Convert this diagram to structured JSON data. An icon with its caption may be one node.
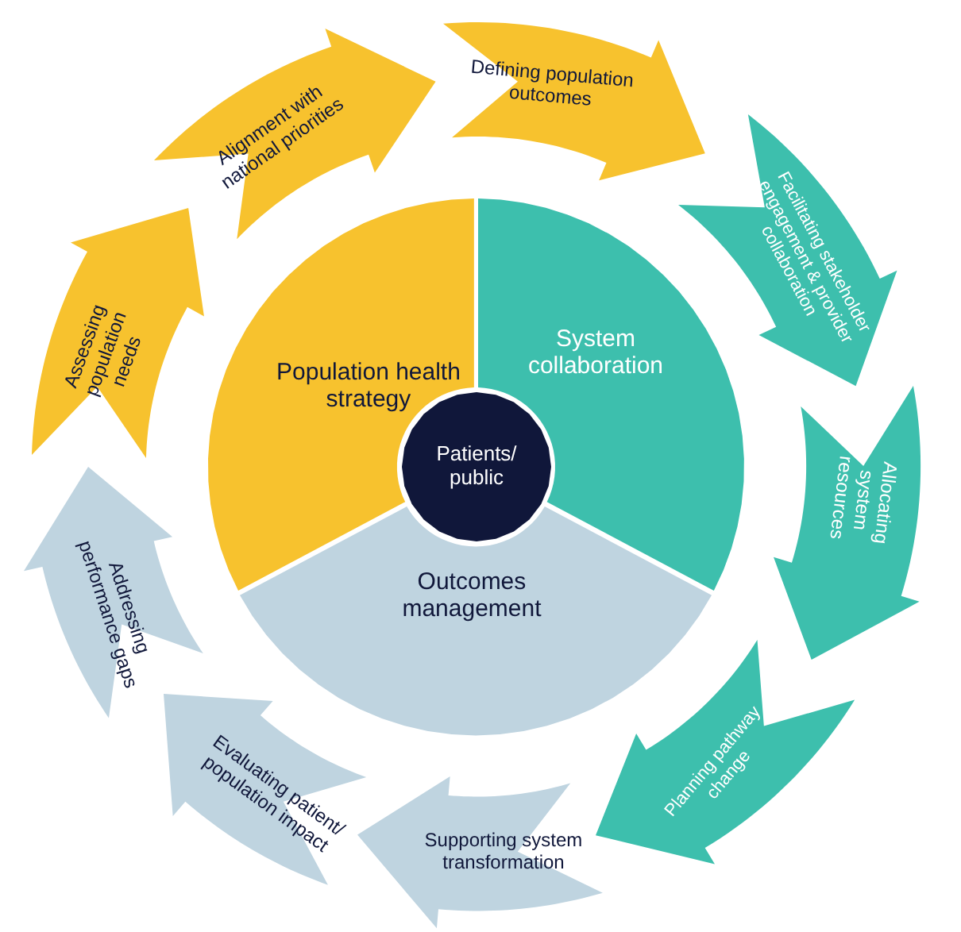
{
  "diagram": {
    "nodes": [
      {
        "text": [
          "Population health strategy"
        ]
      },
      {
        "text": [
          "System collaboration"
        ]
      },
      {
        "text": [
          "Outcomes management"
        ]
      },
      {
        "text": [
          "Patients/ public"
        ]
      },
      {
        "text": [
          "Assessing population needs"
        ]
      },
      {
        "text": [
          "Alignment with national priorities"
        ]
      },
      {
        "text": [
          "Defining population outcomes"
        ]
      },
      {
        "text": [
          "Facilitating stakeholder engagement & provider collaboration"
        ]
      },
      {
        "text": [
          "Allocating system resources"
        ]
      },
      {
        "text": [
          "Planning pathway change"
        ]
      },
      {
        "text": [
          "Supporting system transformation"
        ]
      },
      {
        "text": [
          "Evaluating patient/ population impact"
        ]
      },
      {
        "text": [
          "Addressing performance gaps"
        ]
      }
    ]
  }
}
